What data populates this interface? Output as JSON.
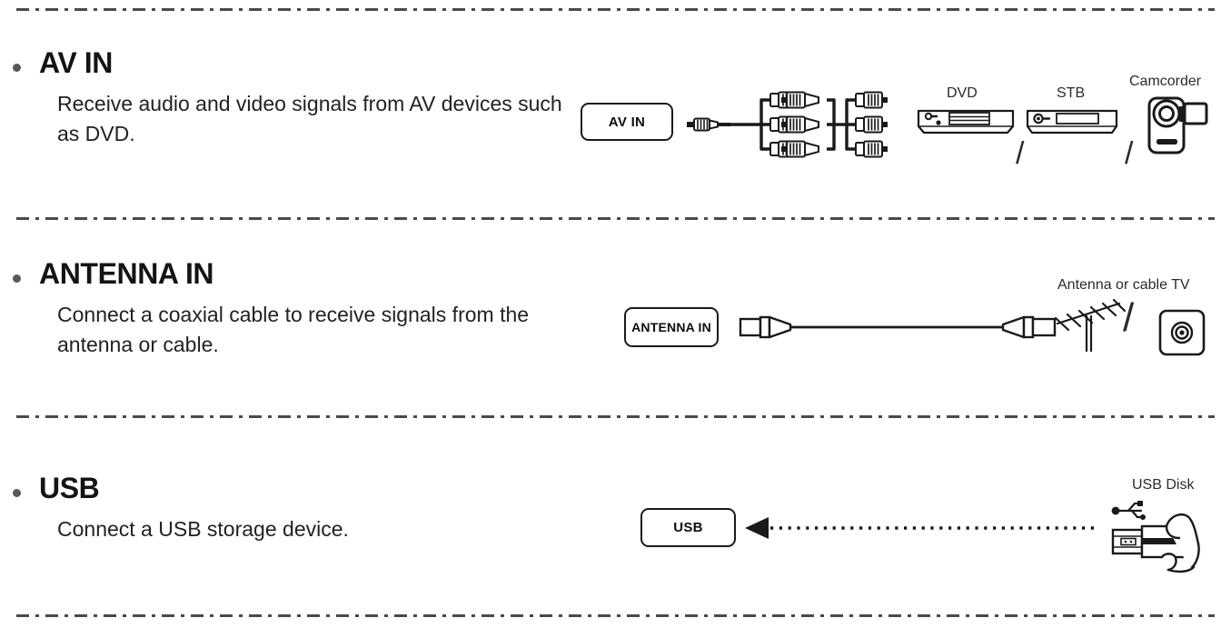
{
  "page": {
    "background_color": "#ffffff",
    "text_color": "#141414",
    "line_color": "#1a1a1a",
    "divider_color": "#4a4a4a"
  },
  "sections": [
    {
      "id": "av-in",
      "title": "AV IN",
      "description": "Receive audio and video signals from AV devices such as DVD.",
      "port_label": "AV IN",
      "diagram": {
        "cable": "3.5mm-to-3-rca-composite-cable",
        "devices": [
          {
            "name": "DVD",
            "icon": "dvd-player-icon"
          },
          {
            "name": "STB",
            "icon": "set-top-box-icon"
          },
          {
            "name": "Camcorder",
            "icon": "camcorder-icon"
          }
        ],
        "separators": [
          "/",
          "/"
        ]
      }
    },
    {
      "id": "antenna-in",
      "title": "ANTENNA IN",
      "description": "Connect a coaxial cable to receive signals from the antenna or cable.",
      "port_label": "ANTENNA IN",
      "diagram": {
        "cable": "coaxial-cable",
        "devices": [
          {
            "name": "Antenna or cable TV",
            "icon": "yagi-antenna-icon"
          },
          {
            "name": "",
            "icon": "coax-wall-socket-icon"
          }
        ],
        "separators": [
          "/"
        ]
      }
    },
    {
      "id": "usb",
      "title": "USB",
      "description": "Connect a USB storage device.",
      "port_label": "USB",
      "diagram": {
        "cable": "dotted-arrow-pointing-left",
        "devices": [
          {
            "name": "USB Disk",
            "icon": "hand-holding-usb-flash-drive-icon"
          }
        ],
        "separators": []
      }
    }
  ]
}
